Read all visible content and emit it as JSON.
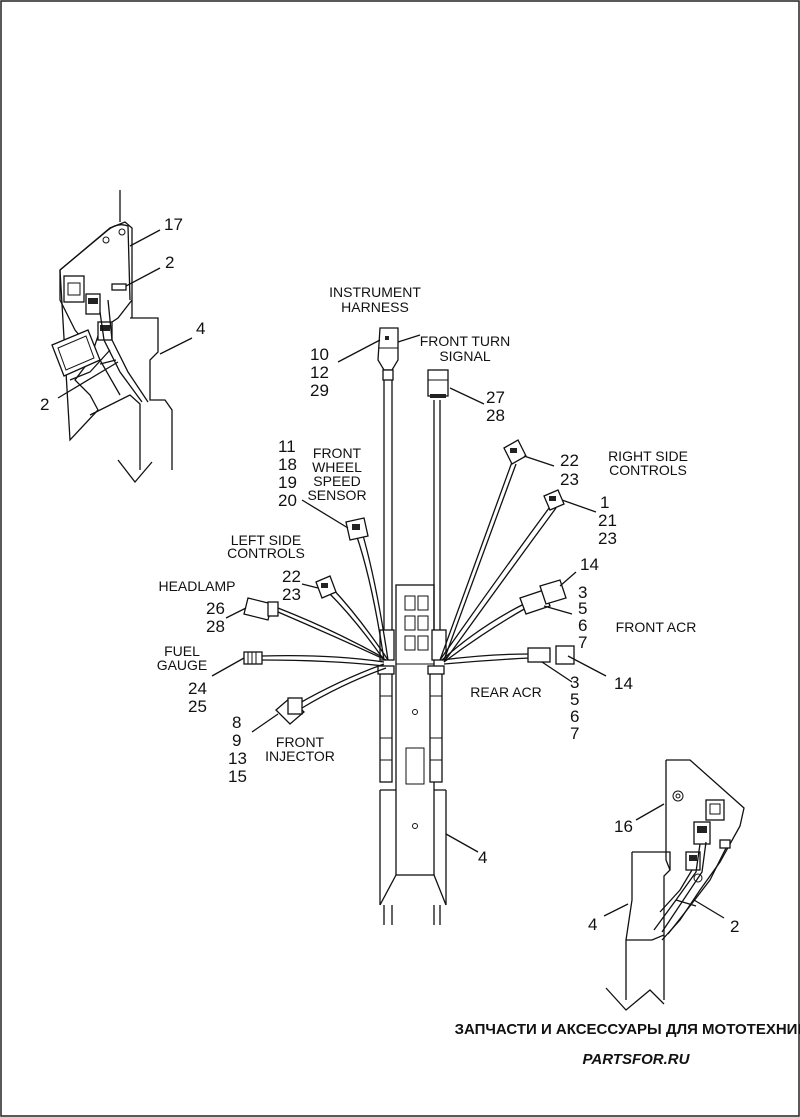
{
  "labels": {
    "instrument_harness": [
      "INSTRUMENT",
      "HARNESS"
    ],
    "front_turn_signal": [
      "FRONT TURN",
      "SIGNAL"
    ],
    "front_wheel_speed_sensor": [
      "FRONT",
      "WHEEL",
      "SPEED",
      "SENSOR"
    ],
    "right_side_controls": [
      "RIGHT SIDE",
      "CONTROLS"
    ],
    "left_side_controls": [
      "LEFT SIDE",
      "CONTROLS"
    ],
    "headlamp": "HEADLAMP",
    "fuel_gauge": [
      "FUEL",
      "GAUGE"
    ],
    "front_acr": "FRONT ACR",
    "rear_acr": "REAR ACR",
    "front_injector": [
      "FRONT",
      "INJECTOR"
    ]
  },
  "callouts": {
    "top_left_17": "17",
    "top_left_2a": "2",
    "top_left_4": "4",
    "top_left_2b": "2",
    "instrument": [
      "10",
      "12",
      "29"
    ],
    "turn_signal": [
      "27",
      "28"
    ],
    "speed_sensor": [
      "11",
      "18",
      "19",
      "20"
    ],
    "right_controls_a": [
      "22",
      "23"
    ],
    "right_controls_b": [
      "1",
      "21",
      "23"
    ],
    "left_controls": [
      "22",
      "23"
    ],
    "headlamp": [
      "26",
      "28"
    ],
    "front_acr_14": "14",
    "front_acr": [
      "3",
      "5",
      "6",
      "7"
    ],
    "rear_acr_14": "14",
    "rear_acr": [
      "3",
      "5",
      "6",
      "7"
    ],
    "fuel_gauge": [
      "24",
      "25"
    ],
    "front_injector": [
      "8",
      "9",
      "13",
      "15"
    ],
    "frame_4": "4",
    "bottom_right_16": "16",
    "bottom_right_4": "4",
    "bottom_right_2": "2"
  },
  "watermark": {
    "caption": "ЗАПЧАСТИ И АКСЕССУАРЫ ДЛЯ МОТОТЕХНИКИ",
    "brand": "PARTSFOR.RU"
  },
  "colors": {
    "ink": "#111111",
    "watermark": "#e5b3b3"
  }
}
